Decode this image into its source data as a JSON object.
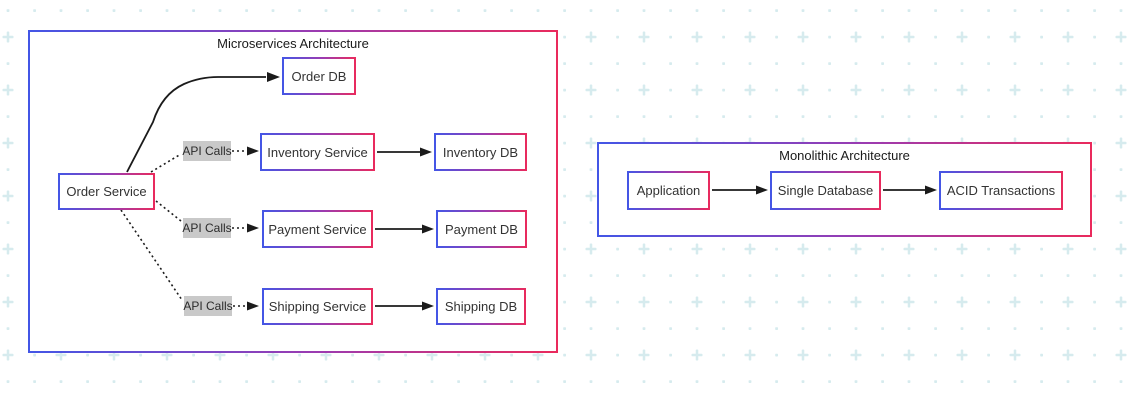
{
  "colors": {
    "border_gradient_start": "#4356e6",
    "border_gradient_end": "#ea2a5c",
    "edge_color": "#1b1b1b",
    "edge_label_background": "#c9c9c9",
    "node_text": "#333333",
    "background_pattern": "#d6ebee"
  },
  "diagrams": {
    "microservices": {
      "title": "Microservices Architecture",
      "nodes": {
        "order_service": "Order Service",
        "order_db": "Order DB",
        "inventory_service": "Inventory Service",
        "inventory_db": "Inventory DB",
        "payment_service": "Payment Service",
        "payment_db": "Payment DB",
        "shipping_service": "Shipping Service",
        "shipping_db": "Shipping DB"
      },
      "edge_labels": [
        "API Calls",
        "API Calls",
        "API Calls"
      ],
      "edges": [
        {
          "from": "Order Service",
          "to": "Order DB",
          "style": "solid"
        },
        {
          "from": "Order Service",
          "to": "Inventory Service",
          "style": "dotted",
          "label": "API Calls"
        },
        {
          "from": "Order Service",
          "to": "Payment Service",
          "style": "dotted",
          "label": "API Calls"
        },
        {
          "from": "Order Service",
          "to": "Shipping Service",
          "style": "dotted",
          "label": "API Calls"
        },
        {
          "from": "Inventory Service",
          "to": "Inventory DB",
          "style": "solid"
        },
        {
          "from": "Payment Service",
          "to": "Payment DB",
          "style": "solid"
        },
        {
          "from": "Shipping Service",
          "to": "Shipping DB",
          "style": "solid"
        }
      ]
    },
    "monolithic": {
      "title": "Monolithic Architecture",
      "nodes": {
        "application": "Application",
        "single_database": "Single Database",
        "acid_transactions": "ACID Transactions"
      },
      "edges": [
        {
          "from": "Application",
          "to": "Single Database",
          "style": "solid"
        },
        {
          "from": "Single Database",
          "to": "ACID Transactions",
          "style": "solid"
        }
      ]
    }
  }
}
